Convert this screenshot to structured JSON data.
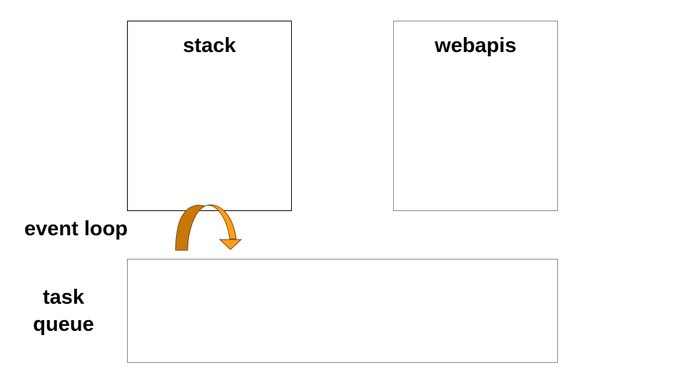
{
  "diagram": {
    "stack": {
      "title": "stack"
    },
    "webapis": {
      "title": "webapis"
    },
    "event_loop": {
      "label": "event loop"
    },
    "task_queue": {
      "label_line1": "task",
      "label_line2": "queue"
    }
  },
  "colors": {
    "arrow_light": "#FF9E1B",
    "arrow_dark": "#C9770A",
    "arrow_outline": "#7A4A00",
    "box_border_dark": "#000000",
    "box_border_light": "#888888"
  },
  "icons": {
    "event_loop_arrow": "curved-arrow-icon"
  }
}
